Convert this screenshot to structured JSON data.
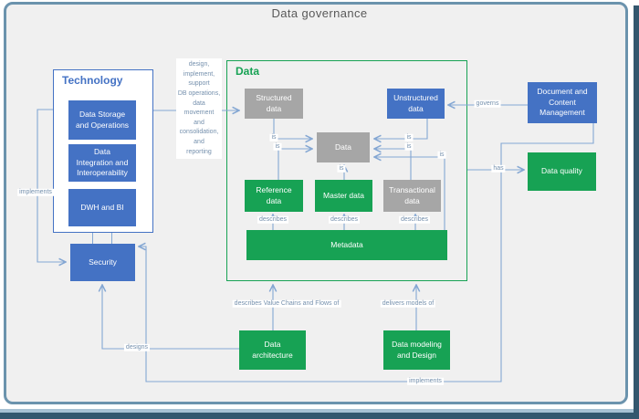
{
  "title": "Data governance",
  "technology": {
    "label": "Technology",
    "boxes": {
      "storage": "Data Storage\nand Operations",
      "integration": "Data\nIntegration and\nInteroperability",
      "dwh": "DWH and BI"
    }
  },
  "security": {
    "label": "Security"
  },
  "data": {
    "label": "Data",
    "boxes": {
      "structured": "Structured\ndata",
      "unstructured": "Unstructured\ndata",
      "data": "Data",
      "reference": "Reference\ndata",
      "master": "Master data",
      "transactional": "Transactional\ndata",
      "metadata": "Metadata"
    }
  },
  "right_column": {
    "doc_mgmt": "Document and\nContent\nManagement",
    "data_quality": "Data quality"
  },
  "bottom_row": {
    "data_architecture": "Data\narchitecture",
    "data_modeling": "Data modeling\nand Design"
  },
  "connector_labels": {
    "is": "is",
    "describes": "describes",
    "governs": "governs",
    "has": "has",
    "designs": "designs",
    "implements": "implements",
    "delivers_models": "delivers models of",
    "value_chains": "describes Value Chains and Flows of",
    "tech_to_data": "design,\nimplement,\nsupport\nDB operations,\ndata\nmovement\nand\nconsolidation,\nand\nreporting"
  },
  "colors": {
    "blue": "#4472C4",
    "gray": "#A6A6A6",
    "green": "#17A254",
    "line": "#84A7D3",
    "label_text": "#7590AD",
    "title_text": "#595959",
    "frame_border": "#6B93AD",
    "frame_bg": "#F0F0F0",
    "edge_dark": "#33576E",
    "edge_light": "#A7C1D3"
  }
}
